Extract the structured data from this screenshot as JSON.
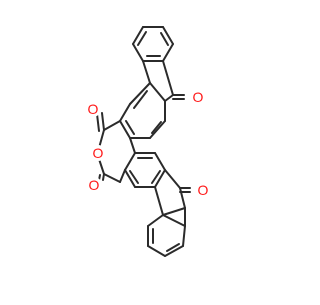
{
  "molecule": {
    "atom_color": "#ff1a1a",
    "bond_color": "#2b2b2b",
    "background": "#ffffff",
    "labels": {
      "o_ketone_top": "O",
      "o_lactone_upper_carbonyl": "O",
      "o_ring_ether": "O",
      "o_lactone_lower_carbonyl": "O",
      "o_ketone_bottom": "O"
    }
  }
}
